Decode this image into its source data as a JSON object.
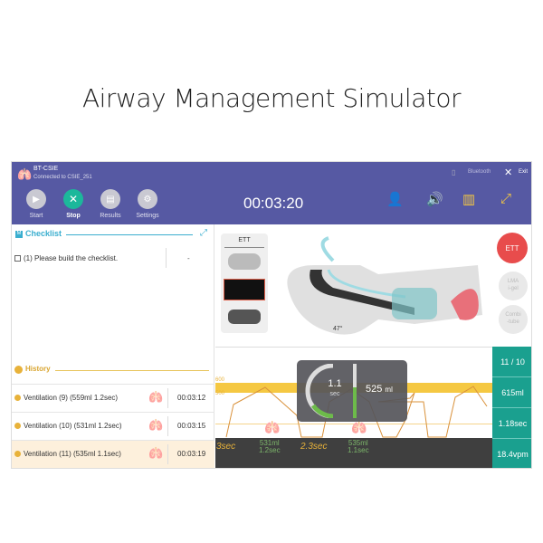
{
  "page_title": "Airway Management Simulator",
  "header": {
    "device": "BT-CSIE",
    "connection": "Connected to CSIE_251",
    "bluetooth": "Bluetooth",
    "exit": "Exit",
    "timer": "00:03:20",
    "controls": [
      {
        "label": "Start",
        "icon": "play-icon"
      },
      {
        "label": "Stop",
        "icon": "close-icon"
      },
      {
        "label": "Results",
        "icon": "document-icon"
      },
      {
        "label": "Settings",
        "icon": "gear-icon"
      }
    ],
    "accent": "#5659a3"
  },
  "checklist": {
    "title": "Checklist",
    "items": [
      {
        "text": "(1) Please build the checklist.",
        "value": "-"
      }
    ]
  },
  "history": {
    "title": "History",
    "rows": [
      {
        "text": "Ventilation (9) (559ml 1.2sec)",
        "time": "00:03:12"
      },
      {
        "text": "Ventilation (10) (531ml 1.2sec)",
        "time": "00:03:15"
      },
      {
        "text": "Ventilation (11) (535ml 1.1sec)",
        "time": "00:03:19"
      }
    ]
  },
  "airway": {
    "tab": "ETT",
    "angle": "47°",
    "devices": [
      "ETT",
      "LMA",
      "i-gel",
      "Combi",
      "-tube"
    ]
  },
  "chart": {
    "y_labels": [
      "600",
      "500"
    ],
    "left_time": "3sec",
    "mid_time": "2.3sec",
    "markers": [
      {
        "vol": "531ml",
        "time": "1.2sec"
      },
      {
        "vol": "535ml",
        "time": "1.1sec"
      }
    ],
    "popup": {
      "time": "1.1",
      "time_unit": "sec",
      "volume": "525",
      "volume_unit": "ml"
    }
  },
  "stats": [
    "11 / 10",
    "615ml",
    "1.18sec",
    "18.4vpm"
  ],
  "colors": {
    "teal": "#1aa08f",
    "yellow": "#f5c842",
    "stop": "#1cb89b",
    "ett": "#e84c4c"
  }
}
